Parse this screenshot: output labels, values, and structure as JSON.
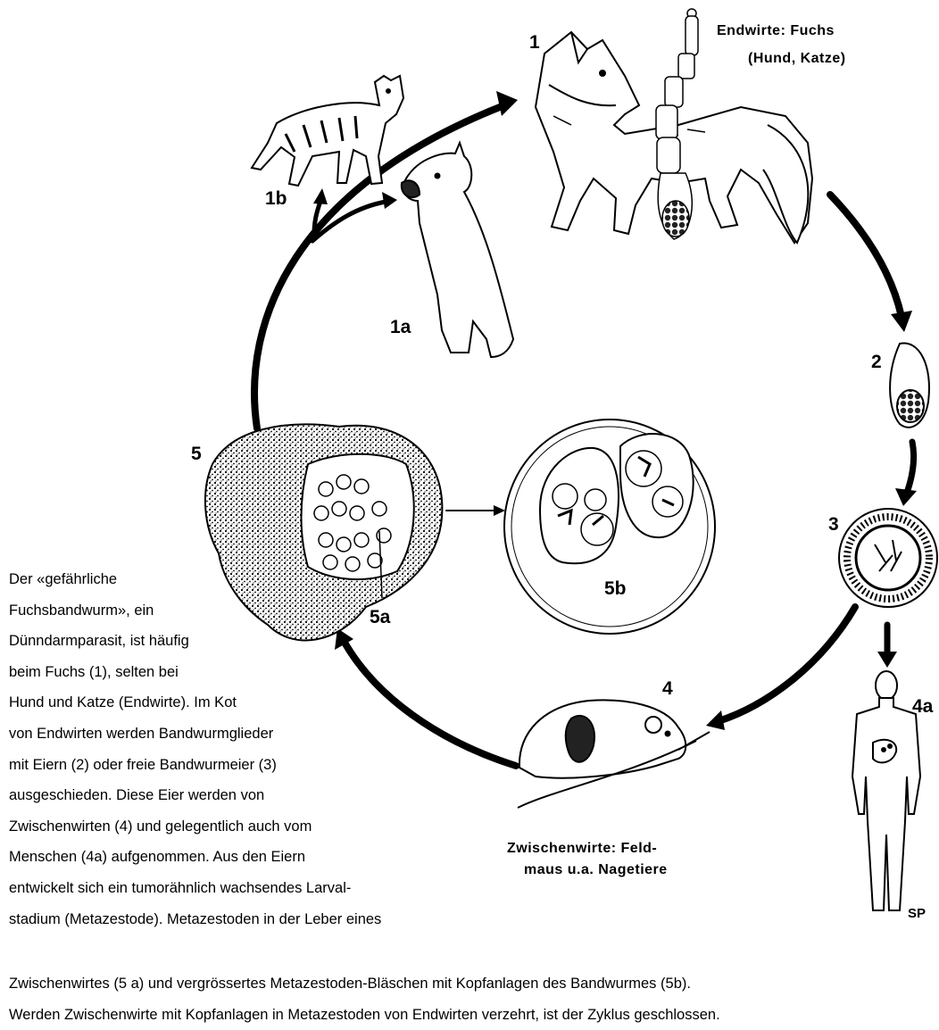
{
  "labels": {
    "fox": "1",
    "dog": "1a",
    "cat": "1b",
    "proglottid": "2",
    "egg": "3",
    "mouse": "4",
    "human": "4a",
    "liver": "5",
    "metacestode_detail": "5a",
    "vesicle": "5b",
    "signature": "SP"
  },
  "hosts": {
    "definitive_line1": "Endwirte: Fuchs",
    "definitive_line2": "(Hund, Katze)",
    "intermediate_line1": "Zwischenwirte: Feld-",
    "intermediate_line2": "maus u.a. Nagetiere"
  },
  "caption": {
    "lines": [
      "Der «gefährliche",
      "Fuchsbandwurm», ein",
      "Dünndarmparasit, ist häufig",
      "beim Fuchs (1), selten bei",
      "Hund und Katze (Endwirte). Im Kot",
      "von Endwirten werden Bandwurmglieder",
      "mit Eiern (2) oder freie Bandwurmeier (3)",
      "ausgeschieden. Diese Eier werden von",
      "Zwischenwirten (4) und gelegentlich auch vom",
      "Menschen (4a) aufgenommen. Aus den Eiern",
      "entwickelt sich ein tumorähnlich wachsendes Larval-",
      "stadium (Metazestode). Metazestoden in der Leber eines",
      "Zwischenwirtes (5 a) und vergrössertes Metazestoden-Bläschen mit Kopfanlagen des Bandwurmes (5b).",
      "Werden Zwischenwirte mit  Kopfanlagen in Metazestoden von Endwirten verzehrt, ist der Zyklus geschlossen."
    ]
  }
}
